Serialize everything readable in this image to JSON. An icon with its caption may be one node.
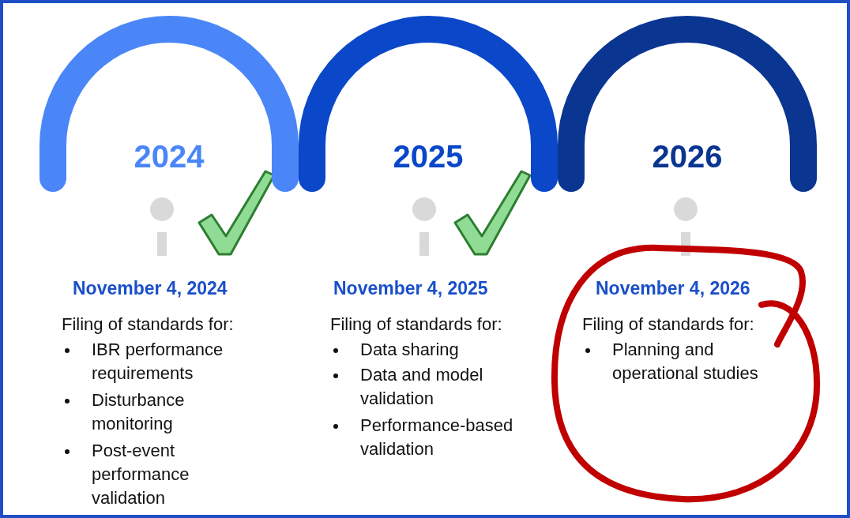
{
  "diagram": {
    "nodes": [
      {
        "text": [
          "2024"
        ]
      },
      {
        "text": [
          "2025"
        ]
      },
      {
        "text": [
          "2026"
        ]
      }
    ],
    "labels": [
      "November 4, 2024",
      "Filing of standards for:",
      "IBR performance requirements",
      "Disturbance monitoring",
      "Post-event performance validation",
      "November 4, 2025",
      "Filing of standards for:",
      "Data sharing",
      "Data and model validation",
      "Performance-based validation",
      "November 4, 2026",
      "Filing of standards for:",
      "Planning and operational studies"
    ]
  }
}
